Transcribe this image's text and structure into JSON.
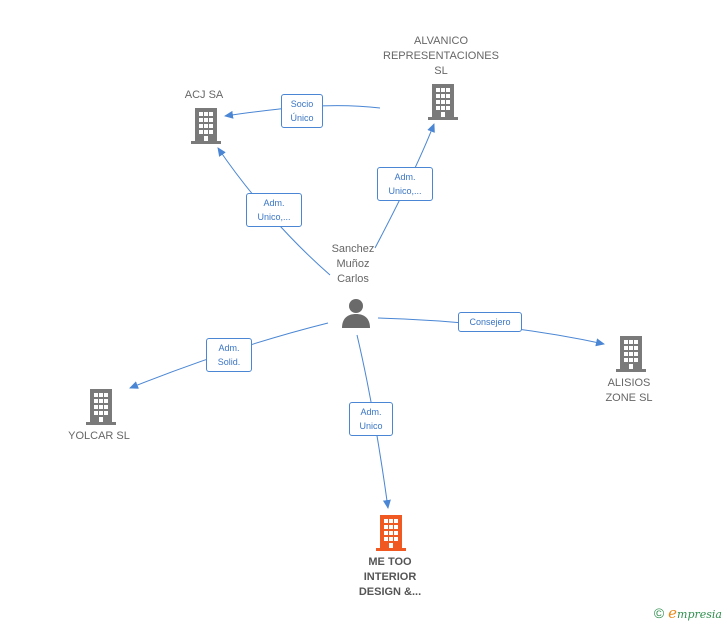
{
  "colors": {
    "edge": "#4a86d4",
    "building": "#7a7a7a",
    "building_main": "#f05a22",
    "person": "#6a6a6a"
  },
  "nodes": {
    "alvanico": "ALVANICO\nREPRESENTACIONES\nSL",
    "acj": "ACJ SA",
    "alisios": "ALISIOS\nZONE  SL",
    "yolcar": "YOLCAR SL",
    "metoo": "ME TOO\nINTERIOR\nDESIGN &...",
    "person": "Sanchez\nMuñoz\nCarlos"
  },
  "edges": {
    "socio_unico": "Socio\nÚnico",
    "adm_unico_acj": "Adm.\nUnico,...",
    "adm_unico_alvanico": "Adm.\nUnico,...",
    "consejero": "Consejero",
    "adm_solid": "Adm.\nSolid.",
    "adm_unico_metoo": "Adm.\nUnico"
  },
  "footer": {
    "copyright": "©",
    "brand_first": "e",
    "brand_rest": "mpresia"
  }
}
